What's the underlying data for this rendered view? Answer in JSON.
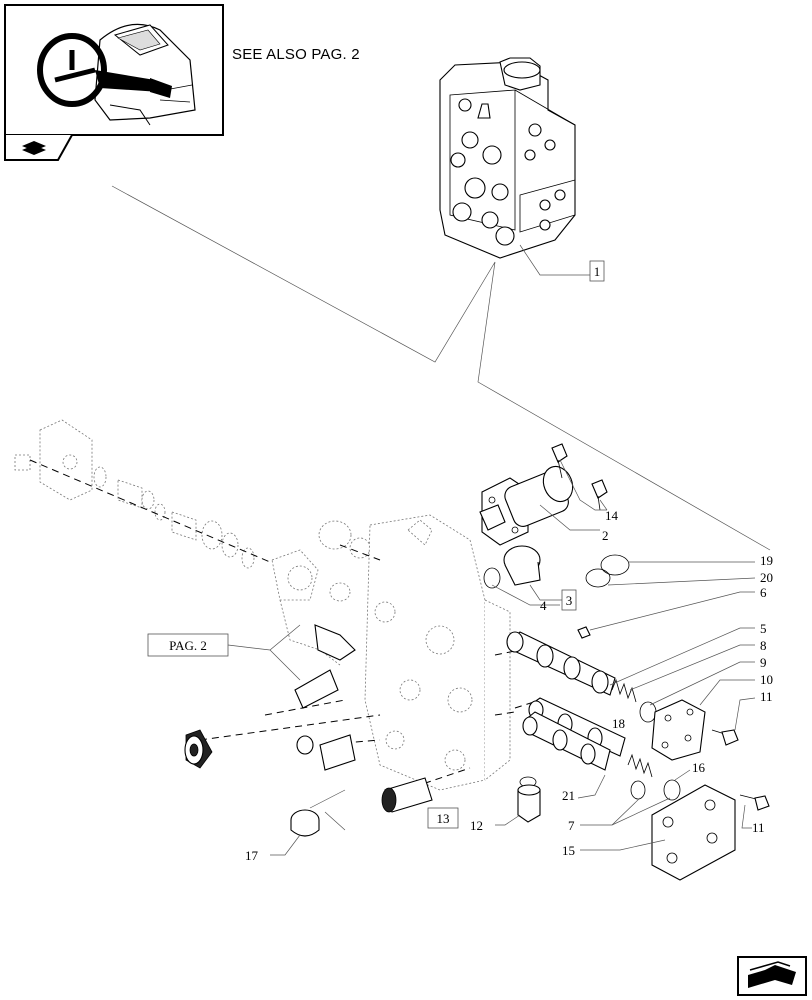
{
  "header": {
    "see_also": "SEE ALSO PAG. 2"
  },
  "callouts": {
    "c1": "1",
    "c2": "2",
    "c3": "3",
    "c4": "4",
    "c5": "5",
    "c6": "6",
    "c7": "7",
    "c8": "8",
    "c9": "9",
    "c10": "10",
    "c11a": "11",
    "c11b": "11",
    "c12": "12",
    "c13": "13",
    "c14": "14",
    "c15": "15",
    "c16": "16",
    "c17": "17",
    "c18": "18",
    "c19": "19",
    "c20": "20",
    "c21": "21",
    "pag2": "PAG. 2"
  },
  "icons": {
    "thumbnail": "tractor-cab-steering-thumbnail",
    "book_tab": "book-icon",
    "next_page": "next-page-arrow-icon"
  }
}
